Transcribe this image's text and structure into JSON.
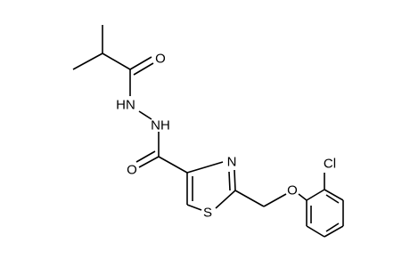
{
  "atoms": {
    "carbonyl_oxygen_top": "O",
    "hydrazide_nh_1": "HN",
    "hydrazide_nh_2": "NH",
    "carbonyl_oxygen_left": "O",
    "thiazole_nitrogen": "N",
    "thiazole_sulfur": "S",
    "ether_oxygen": "O",
    "chlorine": "Cl"
  }
}
